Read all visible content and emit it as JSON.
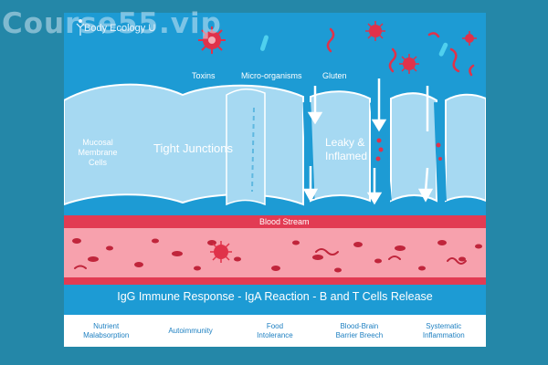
{
  "watermark": "Course55.vip",
  "brand": {
    "name": "Body Ecology U"
  },
  "threats": {
    "toxins": "Toxins",
    "micro": "Micro-organisms",
    "gluten": "Gluten"
  },
  "gut": {
    "mucosal": "Mucosal Membrane Cells",
    "tight": "Tight Junctions",
    "leaky_line1": "Leaky &",
    "leaky_line2": "Inflamed"
  },
  "blood": {
    "label": "Blood Stream"
  },
  "response": "IgG Immune Response - IgA Reaction - B and T Cells Release",
  "effects": [
    "Nutrient\nMalabsorption",
    "Autoimmunity",
    "Food\nIntolerance",
    "Blood-Brain\nBarrier Breech",
    "Systematic\nInflammation"
  ],
  "colors": {
    "background": "#2487a8",
    "panel": "#1d9bd4",
    "cells": "#a6d9f2",
    "cell_outline": "#ffffff",
    "blood_band": "#e23b53",
    "blood_inner": "#f7a1ad",
    "particle": "#c0253b",
    "text_accent": "#1c7fc1"
  },
  "icons": [
    "leaf-person-icon",
    "virus-icon",
    "bacteria-icon",
    "gluten-strand-icon",
    "arrow-down-icon"
  ]
}
